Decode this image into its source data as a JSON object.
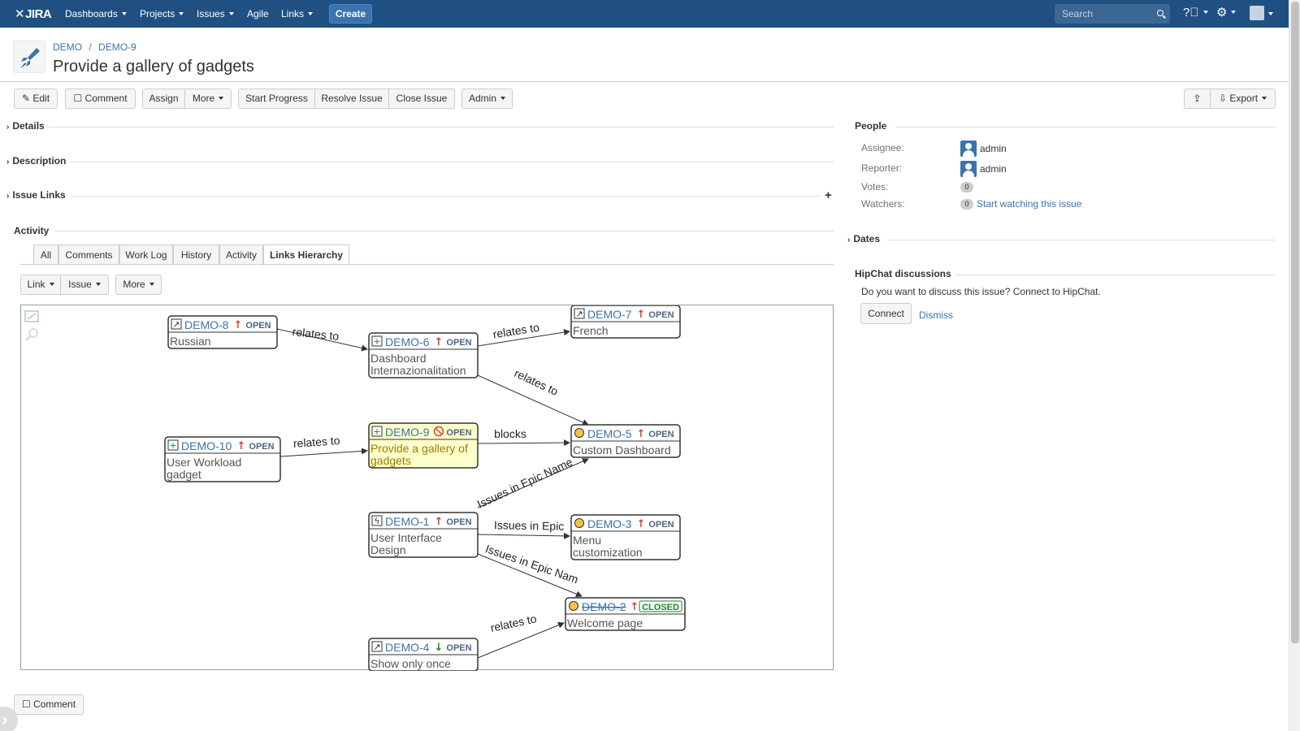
{
  "nav": {
    "logo": "JIRA",
    "items": [
      "Dashboards",
      "Projects",
      "Issues",
      "Agile",
      "Links"
    ],
    "create": "Create",
    "search_placeholder": "Search"
  },
  "header": {
    "project": "DEMO",
    "separator": "/",
    "issue_key": "DEMO-9",
    "summary": "Provide a gallery of gadgets"
  },
  "toolbar": {
    "edit": "Edit",
    "comment": "Comment",
    "assign": "Assign",
    "more": "More",
    "start_progress": "Start Progress",
    "resolve_issue": "Resolve Issue",
    "close_issue": "Close Issue",
    "admin": "Admin",
    "export": "Export"
  },
  "modules": {
    "details": "Details",
    "description": "Description",
    "issue_links": "Issue Links",
    "activity": "Activity"
  },
  "activity_tabs": [
    "All",
    "Comments",
    "Work Log",
    "History",
    "Activity",
    "Links Hierarchy"
  ],
  "hierarchy_toolbar": {
    "link": "Link",
    "issue": "Issue",
    "more": "More"
  },
  "people": {
    "title": "People",
    "assignee_label": "Assignee:",
    "assignee": "admin",
    "reporter_label": "Reporter:",
    "reporter": "admin",
    "votes_label": "Votes:",
    "votes": "0",
    "watchers_label": "Watchers:",
    "watchers": "0",
    "watch_link": "Start watching this issue"
  },
  "dates": {
    "title": "Dates"
  },
  "hipchat": {
    "title": "HipChat discussions",
    "text": "Do you want to discuss this issue? Connect to HipChat.",
    "connect": "Connect",
    "dismiss": "Dismiss"
  },
  "bottom": {
    "comment": "Comment"
  },
  "graph": {
    "nodes": [
      {
        "key": "DEMO-8",
        "status": "OPEN",
        "type": "improvement",
        "priority": "major",
        "lines": [
          "Russian"
        ]
      },
      {
        "key": "DEMO-6",
        "status": "OPEN",
        "type": "new-feature",
        "priority": "major",
        "lines": [
          "Dashboard",
          "Internazionalitation"
        ]
      },
      {
        "key": "DEMO-7",
        "status": "OPEN",
        "type": "improvement",
        "priority": "major",
        "lines": [
          "French"
        ]
      },
      {
        "key": "DEMO-10",
        "status": "OPEN",
        "type": "new-feature",
        "priority": "major",
        "lines": [
          "User Workload",
          "gadget"
        ]
      },
      {
        "key": "DEMO-9",
        "status": "OPEN",
        "type": "new-feature",
        "priority": "blocker",
        "lines": [
          "Provide a gallery of",
          "gadgets"
        ],
        "current": true
      },
      {
        "key": "DEMO-5",
        "status": "OPEN",
        "type": "story",
        "priority": "major",
        "lines": [
          "Custom Dashboard"
        ]
      },
      {
        "key": "DEMO-1",
        "status": "OPEN",
        "type": "epic",
        "priority": "major",
        "lines": [
          "User Interface",
          "Design"
        ]
      },
      {
        "key": "DEMO-3",
        "status": "OPEN",
        "type": "story",
        "priority": "major",
        "lines": [
          "Menu",
          "customization"
        ]
      },
      {
        "key": "DEMO-2",
        "status": "CLOSED",
        "type": "story",
        "priority": "major",
        "lines": [
          "Welcome page"
        ],
        "resolved": true
      },
      {
        "key": "DEMO-4",
        "status": "OPEN",
        "type": "improvement",
        "priority": "minor",
        "lines": [
          "Show only once"
        ]
      }
    ],
    "edges": [
      {
        "from": "DEMO-8",
        "to": "DEMO-6",
        "label": "relates to"
      },
      {
        "from": "DEMO-6",
        "to": "DEMO-7",
        "label": "relates to"
      },
      {
        "from": "DEMO-6",
        "to": "DEMO-5",
        "label": "relates to"
      },
      {
        "from": "DEMO-10",
        "to": "DEMO-9",
        "label": "relates to"
      },
      {
        "from": "DEMO-9",
        "to": "DEMO-5",
        "label": "blocks"
      },
      {
        "from": "DEMO-1",
        "to": "DEMO-5",
        "label": "Issues in Epic Name"
      },
      {
        "from": "DEMO-1",
        "to": "DEMO-3",
        "label": "Issues in Epic"
      },
      {
        "from": "DEMO-1",
        "to": "DEMO-2",
        "label": "Issues in Epic Nam"
      },
      {
        "from": "DEMO-4",
        "to": "DEMO-2",
        "label": "relates to"
      }
    ],
    "colors": {
      "link": "#3b73af",
      "open_status": "#4a6785",
      "closed_status": "#14892c",
      "current_fill": "#ffffcc",
      "priority_up": "#d04437",
      "priority_down": "#14892c"
    }
  }
}
